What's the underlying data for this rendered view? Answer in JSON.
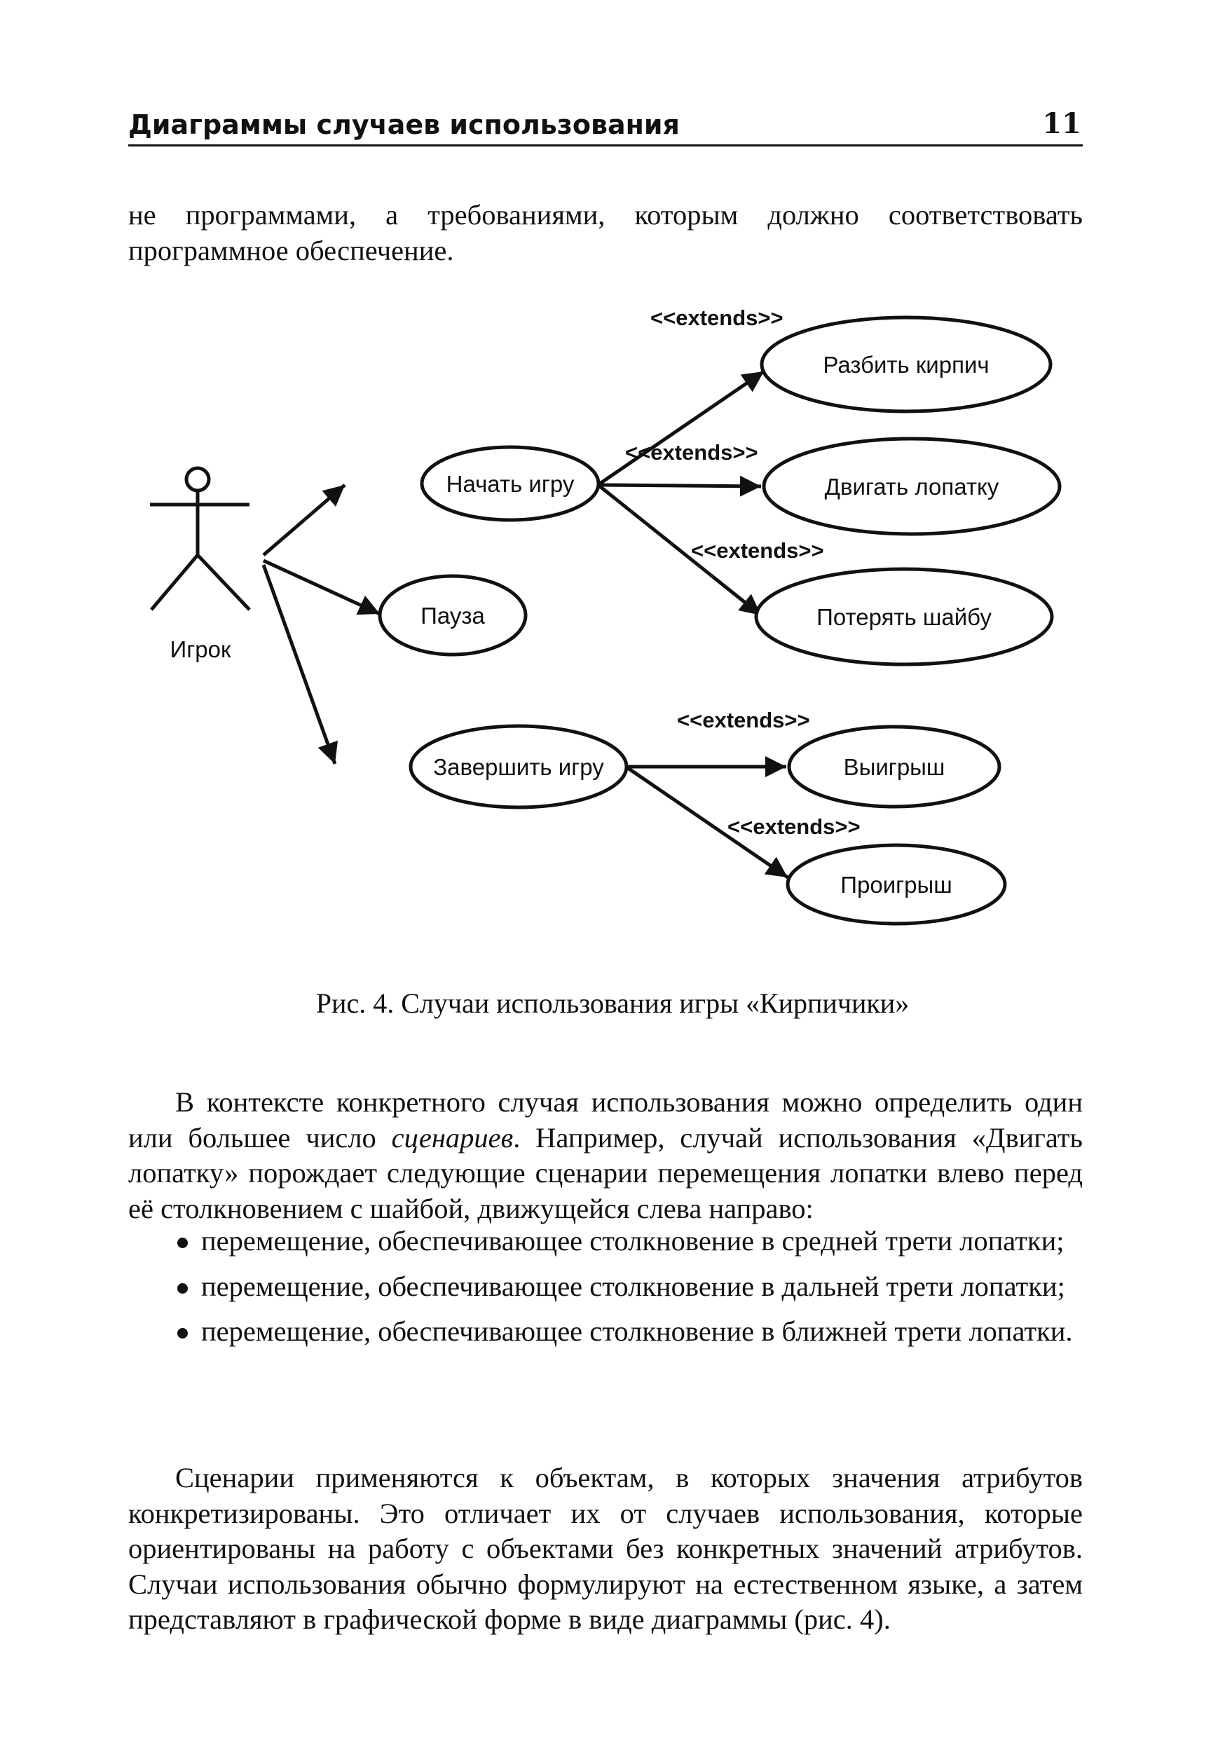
{
  "header": {
    "title": "Диаграммы случаев использования",
    "page_number": "11"
  },
  "intro_text": "не программами, а требованиями, которым должно соответствовать программное обеспечение.",
  "diagram": {
    "actor": "Игрок",
    "use_cases": {
      "start_game": "Начать игру",
      "pause": "Пауза",
      "end_game": "Завершить игру",
      "break_brick": "Разбить кирпич",
      "move_paddle": "Двигать лопатку",
      "lose_puck": "Потерять шайбу",
      "win": "Выигрыш",
      "lose": "Проигрыш"
    },
    "stereotype": "<<extends>>"
  },
  "caption": "Рис. 4. Случаи использования игры «Кирпичики»",
  "paragraph1": {
    "before": "В контексте конкретного случая использования можно определить один или большее число ",
    "emphasis": "сценариев",
    "after": ". Например, случай использования «Двигать лопатку» порождает следующие сценарии перемещения лопатки влево перед её столкновением с шайбой, движущейся слева направо:"
  },
  "bullets": [
    "перемещение, обеспечивающее столкновение в средней трети лопатки;",
    "перемещение, обеспечивающее столкновение в дальней трети лопатки;",
    "перемещение, обеспечивающее столкновение в ближней трети лопатки."
  ],
  "paragraph2": "Сценарии применяются к объектам, в которых значения атрибутов конкретизированы. Это отличает их от случаев использования, которые ориентированы на работу с объектами без конкретных значений атрибутов. Случаи использования обычно формулируют на естественном языке, а затем представляют в графической форме в виде диаграммы (рис. 4)."
}
